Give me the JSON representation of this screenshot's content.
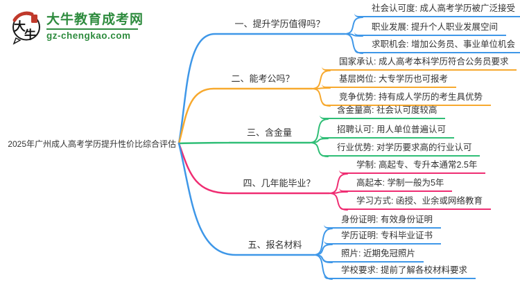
{
  "logo": {
    "site_name": "大牛教育成考网",
    "site_url": "gz-chengkao.com",
    "icon_char_1": "大",
    "icon_char_2": "牛",
    "brand_color": "#2e8b3e",
    "seal_color": "#c0392b"
  },
  "mindmap": {
    "root": "2025年广州成人高考学历提升性价比综合评估",
    "branches": [
      {
        "label": "一、提升学历值得吗？",
        "color": "#3e97e8",
        "children": [
          "社会认可度: 成人高考学历被广泛接受",
          "职业发展: 提升个人职业发展空间",
          "求职机会: 增加公务员、事业单位机会"
        ]
      },
      {
        "label": "二、能考公吗？",
        "color": "#f7a92e",
        "children": [
          "国家承认: 成人高考本科学历符合公务员要求",
          "基层岗位: 大专学历也可报考",
          "竞争优势: 持有成人学历的考生具优势"
        ]
      },
      {
        "label": "三、含金量",
        "color": "#2fbe76",
        "children": [
          "含金量高: 社会认可度较高",
          "招聘认可: 用人单位普遍认可",
          "行业优势: 对学历要求高的行业认可"
        ]
      },
      {
        "label": "四、几年能毕业？",
        "color": "#ef2d72",
        "children": [
          "学制: 高起专、专升本通常2.5年",
          "高起本: 学制一般为5年",
          "学习方式: 函授、业余或网络教育"
        ]
      },
      {
        "label": "五、报名材料",
        "color": "#3e97e8",
        "children": [
          "身份证明: 有效身份证明",
          "学历证明: 专科毕业证书",
          "照片: 近期免冠照片",
          "学校要求: 提前了解各校材料要求"
        ]
      }
    ]
  }
}
